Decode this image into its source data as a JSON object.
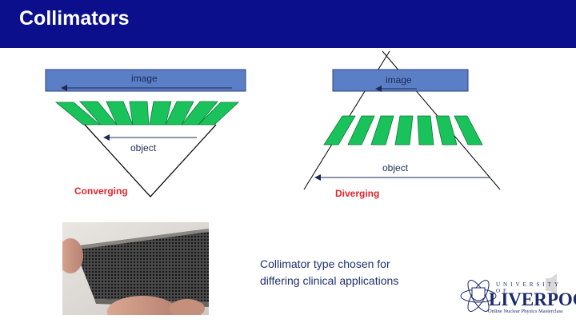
{
  "slide": {
    "title": "Collimators"
  },
  "converging": {
    "image_label": "image",
    "object_label": "object",
    "type_label": "Converging"
  },
  "diverging": {
    "image_label": "image",
    "object_label": "object",
    "type_label": "Diverging"
  },
  "caption": {
    "line1": "Collimator type chosen for",
    "line2": "differing clinical applications"
  },
  "logo": {
    "small_text": "UNIVERSITY OF",
    "name": "LIVERPOOL",
    "subtitle": "Online Nuclear Physics Masterclass"
  },
  "colors": {
    "header": "#0b0f8c",
    "image_bar": "#5b7fc7",
    "septa": "#19c25a",
    "label_red": "#e3242b"
  }
}
